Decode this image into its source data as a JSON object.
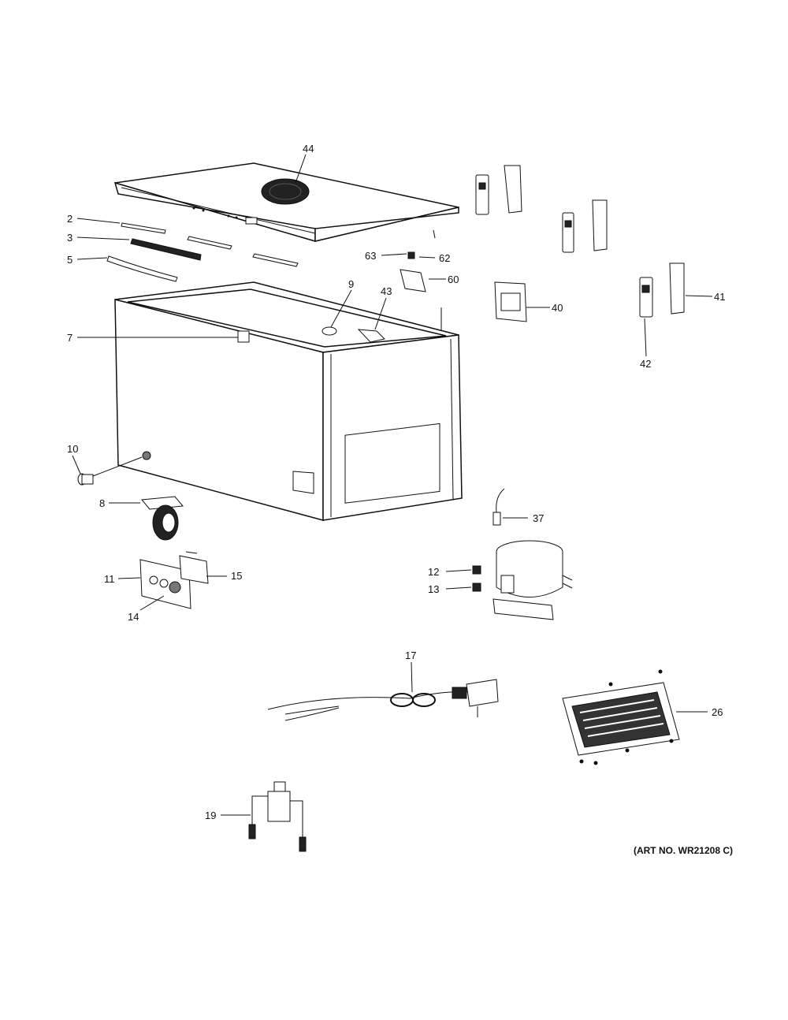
{
  "callouts": {
    "c44": "44",
    "c2": "2",
    "c3": "3",
    "c5": "5",
    "c63": "63",
    "c62": "62",
    "c60": "60",
    "c9": "9",
    "c43": "43",
    "c40": "40",
    "c41": "41",
    "c42": "42",
    "c7": "7",
    "c10": "10",
    "c8": "8",
    "c11": "11",
    "c15": "15",
    "c14": "14",
    "c37": "37",
    "c12": "12",
    "c13": "13",
    "c17": "17",
    "c26": "26",
    "c19": "19"
  },
  "art_number": "(ART NO. WR21208 C)"
}
